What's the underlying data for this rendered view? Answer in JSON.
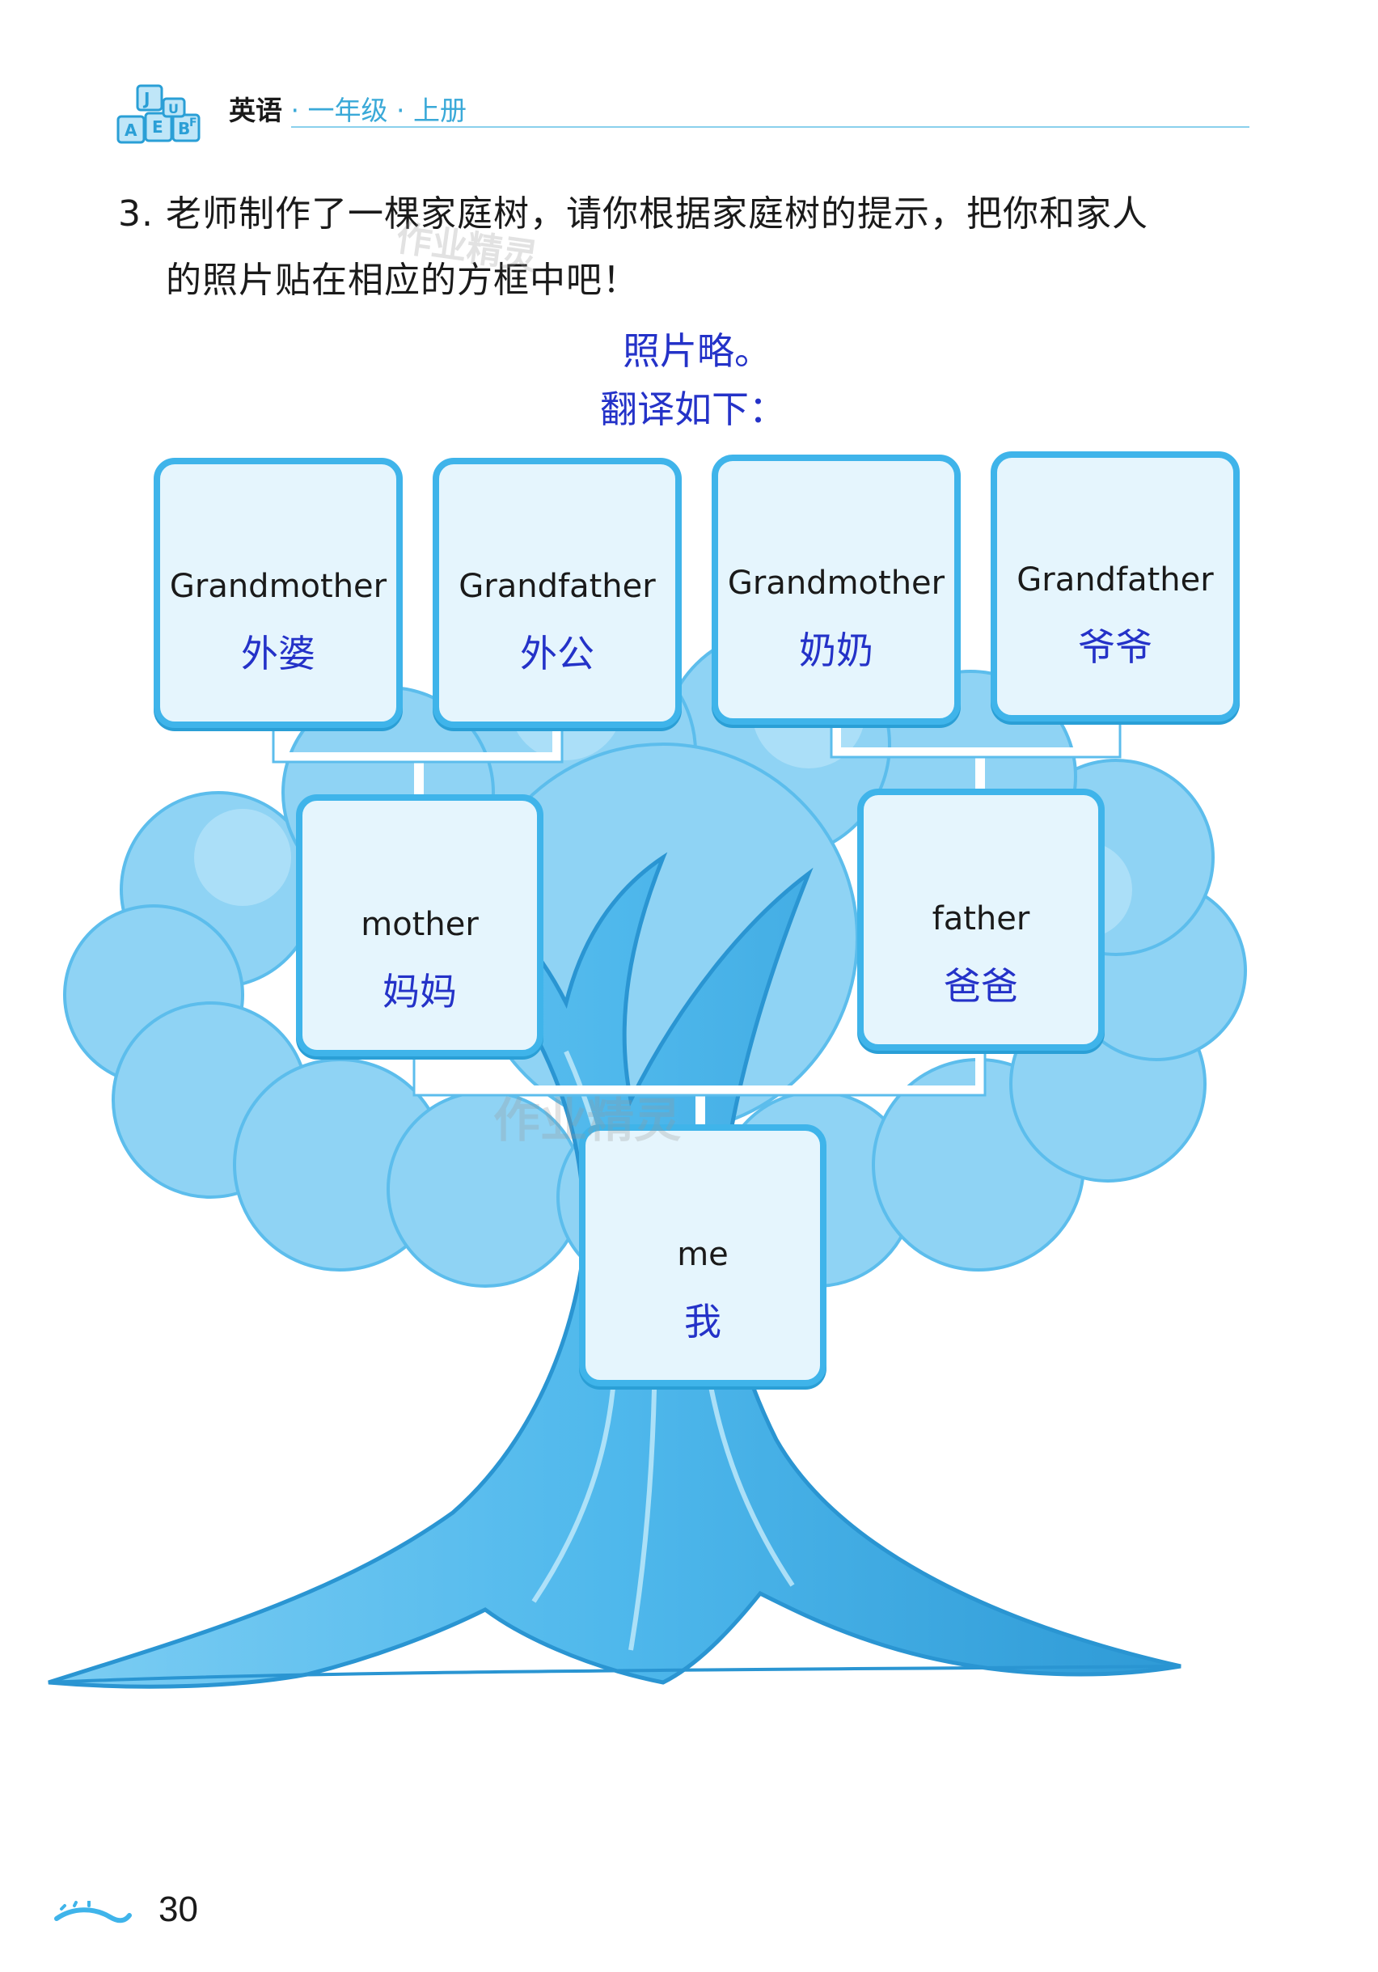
{
  "header": {
    "subject": "英语",
    "grade": "一年级",
    "volume": "上册",
    "separator": "·",
    "logo_icon": "letter-blocks-icon",
    "logo_letters": [
      "J",
      "U",
      "A",
      "E",
      "B",
      "F"
    ]
  },
  "question": {
    "line1": "3. 老师制作了一棵家庭树，请你根据家庭树的提示，把你和家人",
    "line2": "的照片贴在相应的方框中吧！"
  },
  "answer_notes": {
    "line1": "照片略。",
    "line2": "翻译如下："
  },
  "family_tree": {
    "grandmother_maternal": {
      "en": "Grandmother",
      "zh": "外婆"
    },
    "grandfather_maternal": {
      "en": "Grandfather",
      "zh": "外公"
    },
    "grandmother_paternal": {
      "en": "Grandmother",
      "zh": "奶奶"
    },
    "grandfather_paternal": {
      "en": "Grandfather",
      "zh": "爷爷"
    },
    "mother": {
      "en": "mother",
      "zh": "妈妈"
    },
    "father": {
      "en": "father",
      "zh": "爸爸"
    },
    "me": {
      "en": "me",
      "zh": "我"
    }
  },
  "watermark": "作业精灵",
  "page_number": "30",
  "colors": {
    "tree_light": "#8fd3f4",
    "tree_mid": "#5cc0ee",
    "tree_dark": "#2e9ad6",
    "card_border": "#3fb4ea",
    "card_fill": "#e5f5fd",
    "answer_ink": "#2432c8",
    "header_accent": "#3aa9d8"
  }
}
